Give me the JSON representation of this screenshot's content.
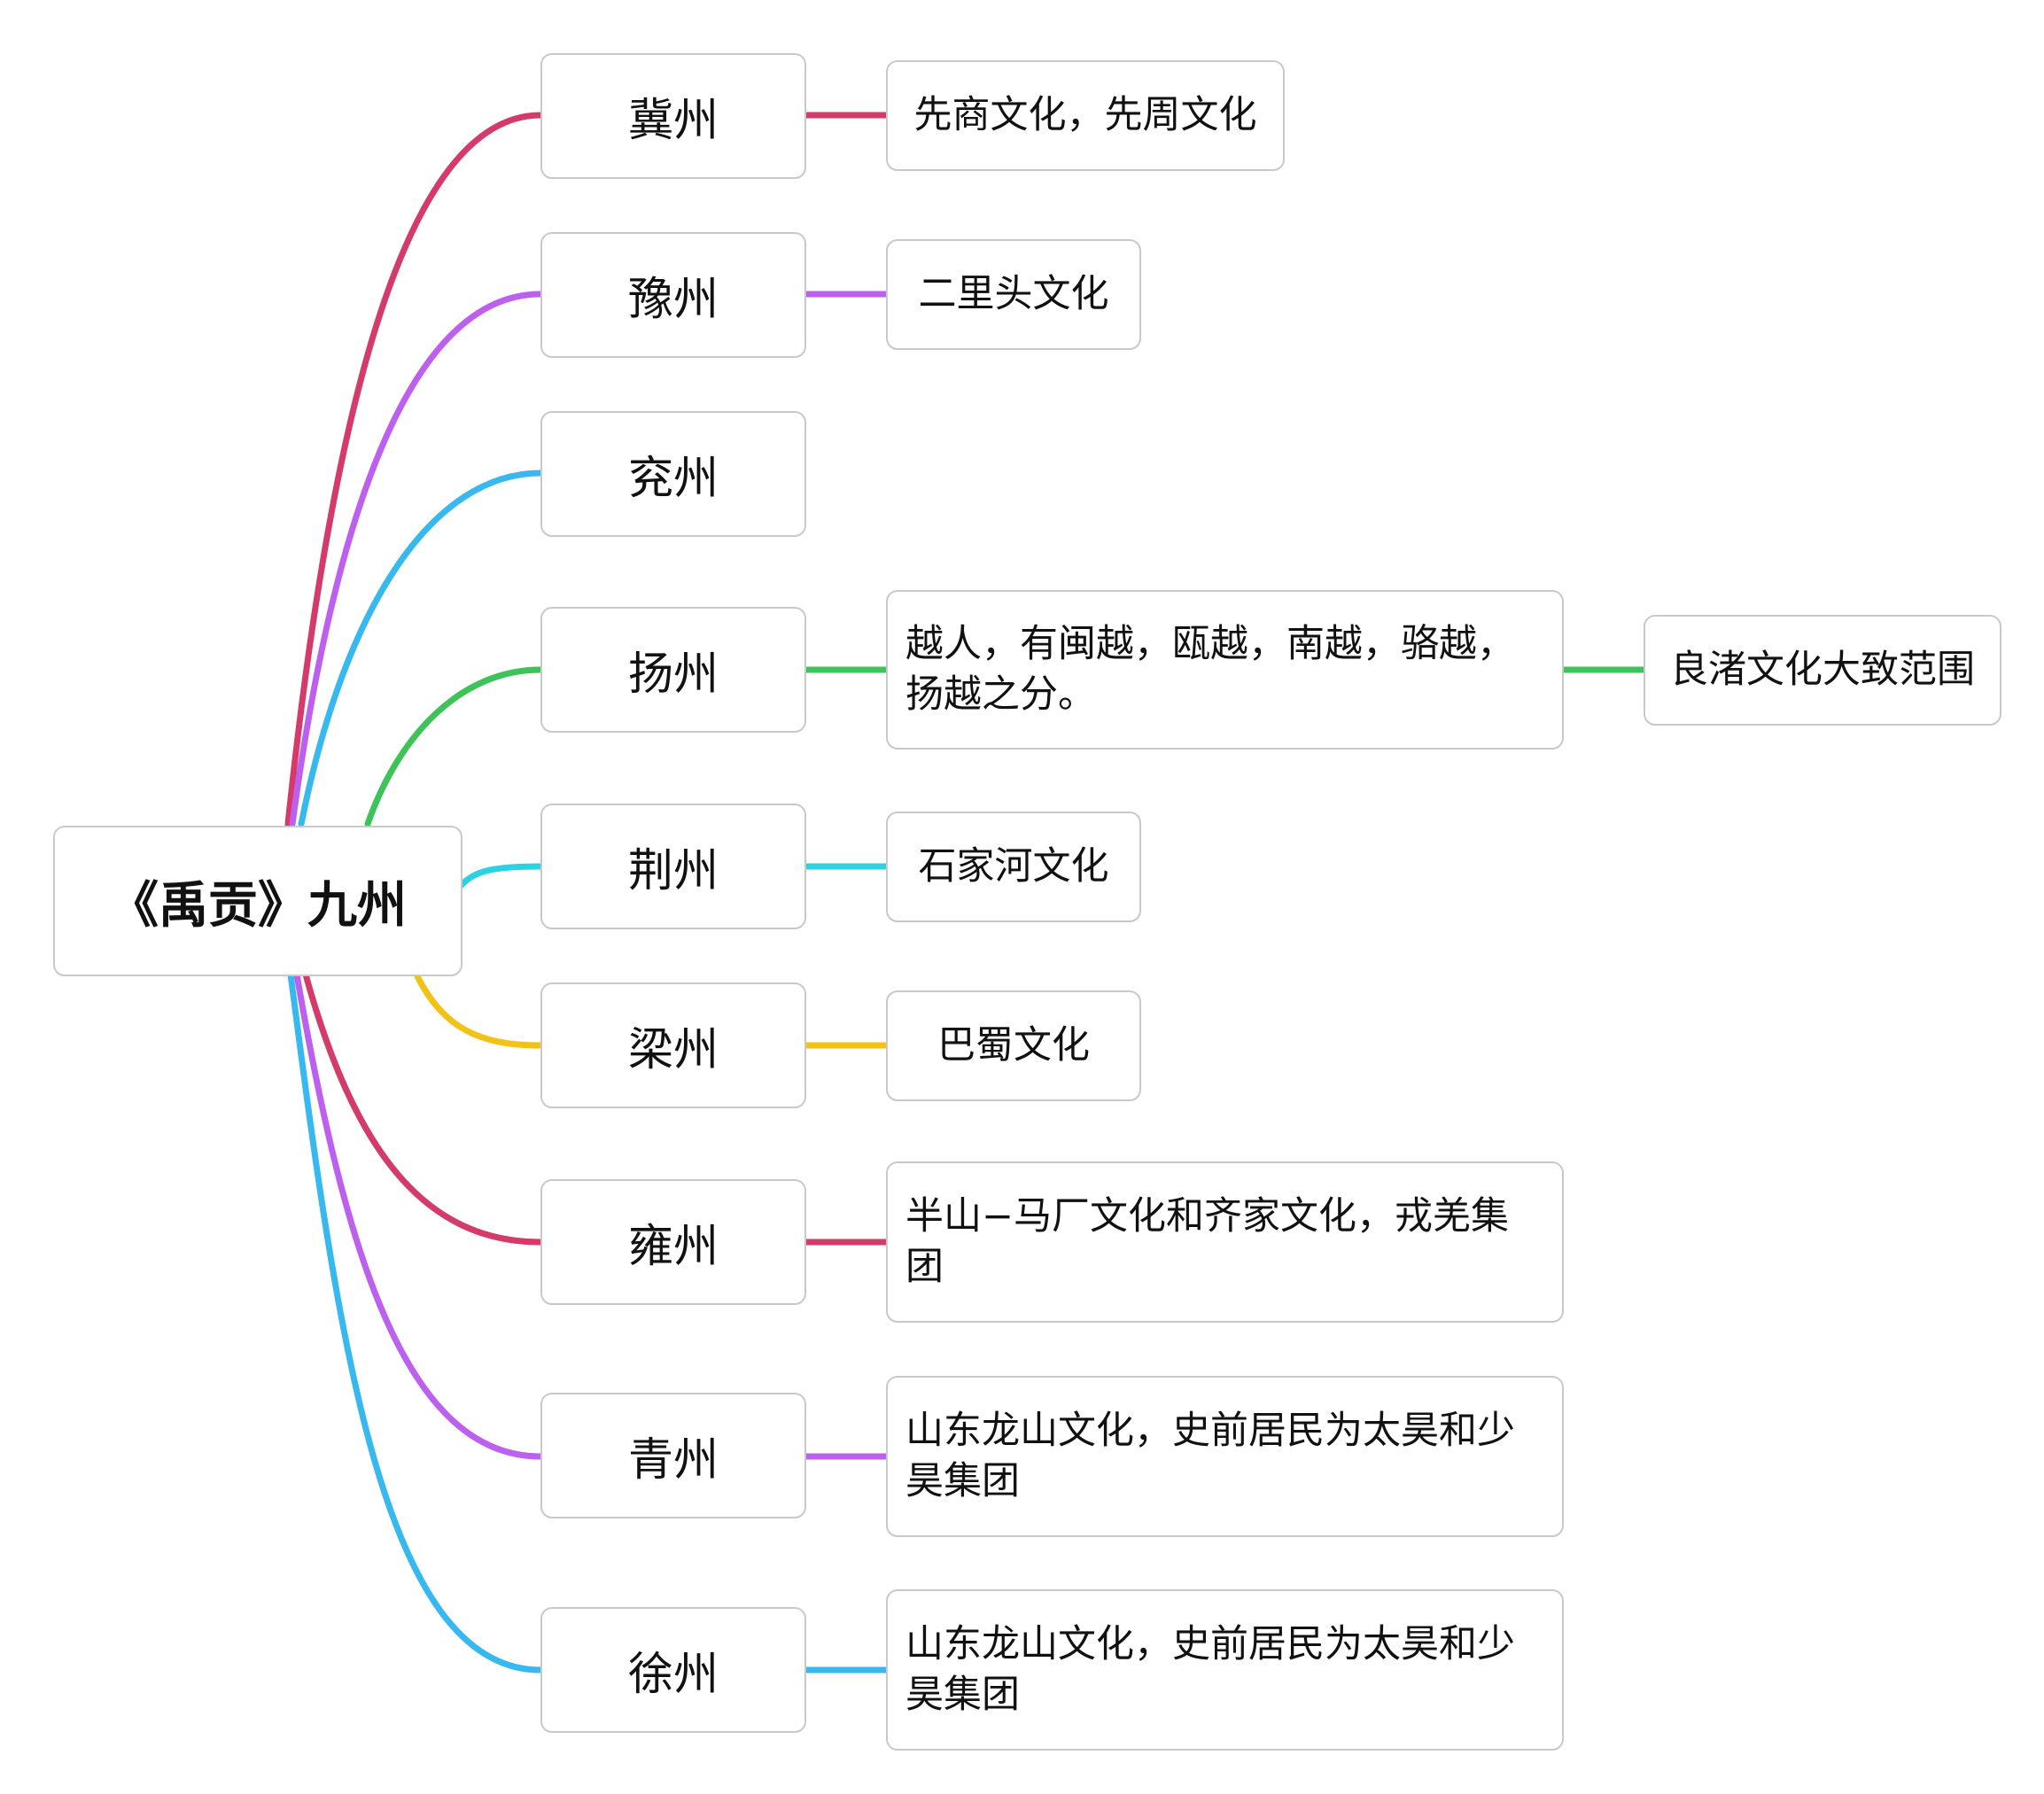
{
  "root": {
    "label": "《禹贡》九州"
  },
  "colors": {
    "crimson": "#d43a6a",
    "violet": "#bd60ee",
    "sky": "#37b8ee",
    "green": "#3ec35a",
    "cyan": "#2bd2e4",
    "amber": "#f3c216"
  },
  "branches": [
    {
      "province": "冀州",
      "color": "crimson",
      "detail": "先商文化，先周文化"
    },
    {
      "province": "豫州",
      "color": "violet",
      "detail": "二里头文化"
    },
    {
      "province": "兖州",
      "color": "sky"
    },
    {
      "province": "扬州",
      "color": "green",
      "detail": "越人，有闽越，瓯越，南越，骆越，扬越之分。",
      "extra": "良渚文化大致范围"
    },
    {
      "province": "荆州",
      "color": "cyan",
      "detail": "石家河文化"
    },
    {
      "province": "梁州",
      "color": "amber",
      "detail": "巴蜀文化"
    },
    {
      "province": "雍州",
      "color": "crimson",
      "detail": "半山−马厂文化和齐家文化，戎羌集团"
    },
    {
      "province": "青州",
      "color": "violet",
      "detail": "山东龙山文化，史前居民为太昊和少昊集团"
    },
    {
      "province": "徐州",
      "color": "sky",
      "detail": "山东龙山文化，史前居民为太昊和少昊集团"
    }
  ]
}
